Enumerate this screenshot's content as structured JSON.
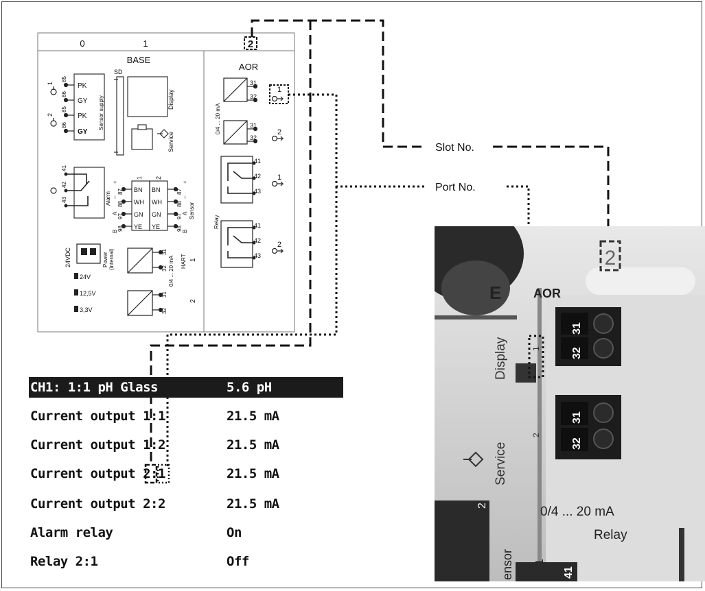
{
  "module_panel": {
    "slot_header": [
      "0",
      "1"
    ],
    "slot_number": "2",
    "base": {
      "title": "BASE",
      "sd_label": "SD",
      "display_label": "Display",
      "service_label": "Service",
      "sensor_supply": {
        "label": "Sensor supply",
        "wires": [
          "PK",
          "GY",
          "PK",
          "GY"
        ],
        "terminals": [
          "85",
          "86",
          "85",
          "86"
        ],
        "channels": [
          "1",
          "2"
        ]
      },
      "alarm": {
        "label": "Alarm",
        "terminals": [
          "41",
          "42",
          "43"
        ]
      },
      "sensor_bus": {
        "label": "Sensor",
        "columns": [
          "1",
          "2"
        ],
        "wires": [
          "BN",
          "WH",
          "GN",
          "YE"
        ],
        "terminals": [
          "87",
          "88",
          "97",
          "98"
        ],
        "signs": [
          "+",
          "–",
          "A",
          "B"
        ]
      },
      "power": {
        "label_line1": "Power",
        "label_line2": "(internal)",
        "voltage": "24VDC",
        "leds": [
          "24V",
          "12,5V",
          "3,3V"
        ]
      },
      "hart": {
        "label": "HART",
        "output_1": "1",
        "output_2": "2",
        "range_label": "0/4 ... 20 mA",
        "terminals": [
          "31",
          "32"
        ]
      }
    },
    "aor": {
      "title": "AOR",
      "range_label": "0/4 ... 20 mA",
      "relay_label": "Relay",
      "current_terminals": [
        "31",
        "32"
      ],
      "relay_terminals": [
        "41",
        "42",
        "43"
      ],
      "port_numbers": [
        "1",
        "2",
        "1",
        "2"
      ]
    }
  },
  "callouts": {
    "slot_label": "Slot No.",
    "port_label": "Port No."
  },
  "lcd_display": {
    "rows": [
      {
        "label": "CH1: 1:1 pH Glass",
        "value": "5.6 pH",
        "highlighted": true
      },
      {
        "label": "Current output 1:1",
        "value": "21.5 mA",
        "highlighted": false
      },
      {
        "label": "Current output 1:2",
        "value": "21.5 mA",
        "highlighted": false
      },
      {
        "label": "Current output 2:1",
        "value": "21.5 mA",
        "highlighted": false
      },
      {
        "label": "Current output 2:2",
        "value": "21.5 mA",
        "highlighted": false
      },
      {
        "label": "Alarm relay",
        "value": "On",
        "highlighted": false
      },
      {
        "label": "Relay 2:1",
        "value": "Off",
        "highlighted": false
      }
    ]
  },
  "photo": {
    "slot_number": "2",
    "module_letter": "E",
    "module_title": "AOR",
    "display_label": "Display",
    "service_label": "Service",
    "terminals_top": [
      "31",
      "32"
    ],
    "terminals_bottom": [
      "31",
      "32"
    ],
    "port_marks": [
      "1",
      "2"
    ],
    "range_label": "0/4 ... 20 mA",
    "relay_label": "Relay",
    "bottom_left_numbers": [
      "2",
      "1"
    ],
    "bottom_terminal": "41",
    "sensor_fragment": "ensor"
  }
}
